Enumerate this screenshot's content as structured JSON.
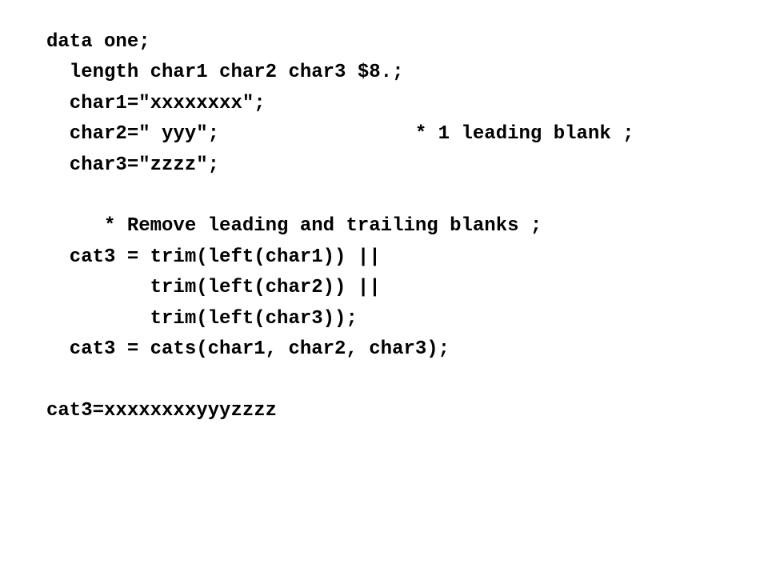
{
  "code": {
    "lines": [
      "data one;",
      "  length char1 char2 char3 $8.;",
      "  char1=\"xxxxxxxx\";",
      "  char2=\" yyy\";                 * 1 leading blank ;",
      "  char3=\"zzzz\";",
      "",
      "     * Remove leading and trailing blanks ;",
      "  cat3 = trim(left(char1)) ||",
      "         trim(left(char2)) ||",
      "         trim(left(char3));",
      "  cat3 = cats(char1, char2, char3);",
      "",
      "cat3=xxxxxxxxyyyzzzz"
    ]
  }
}
